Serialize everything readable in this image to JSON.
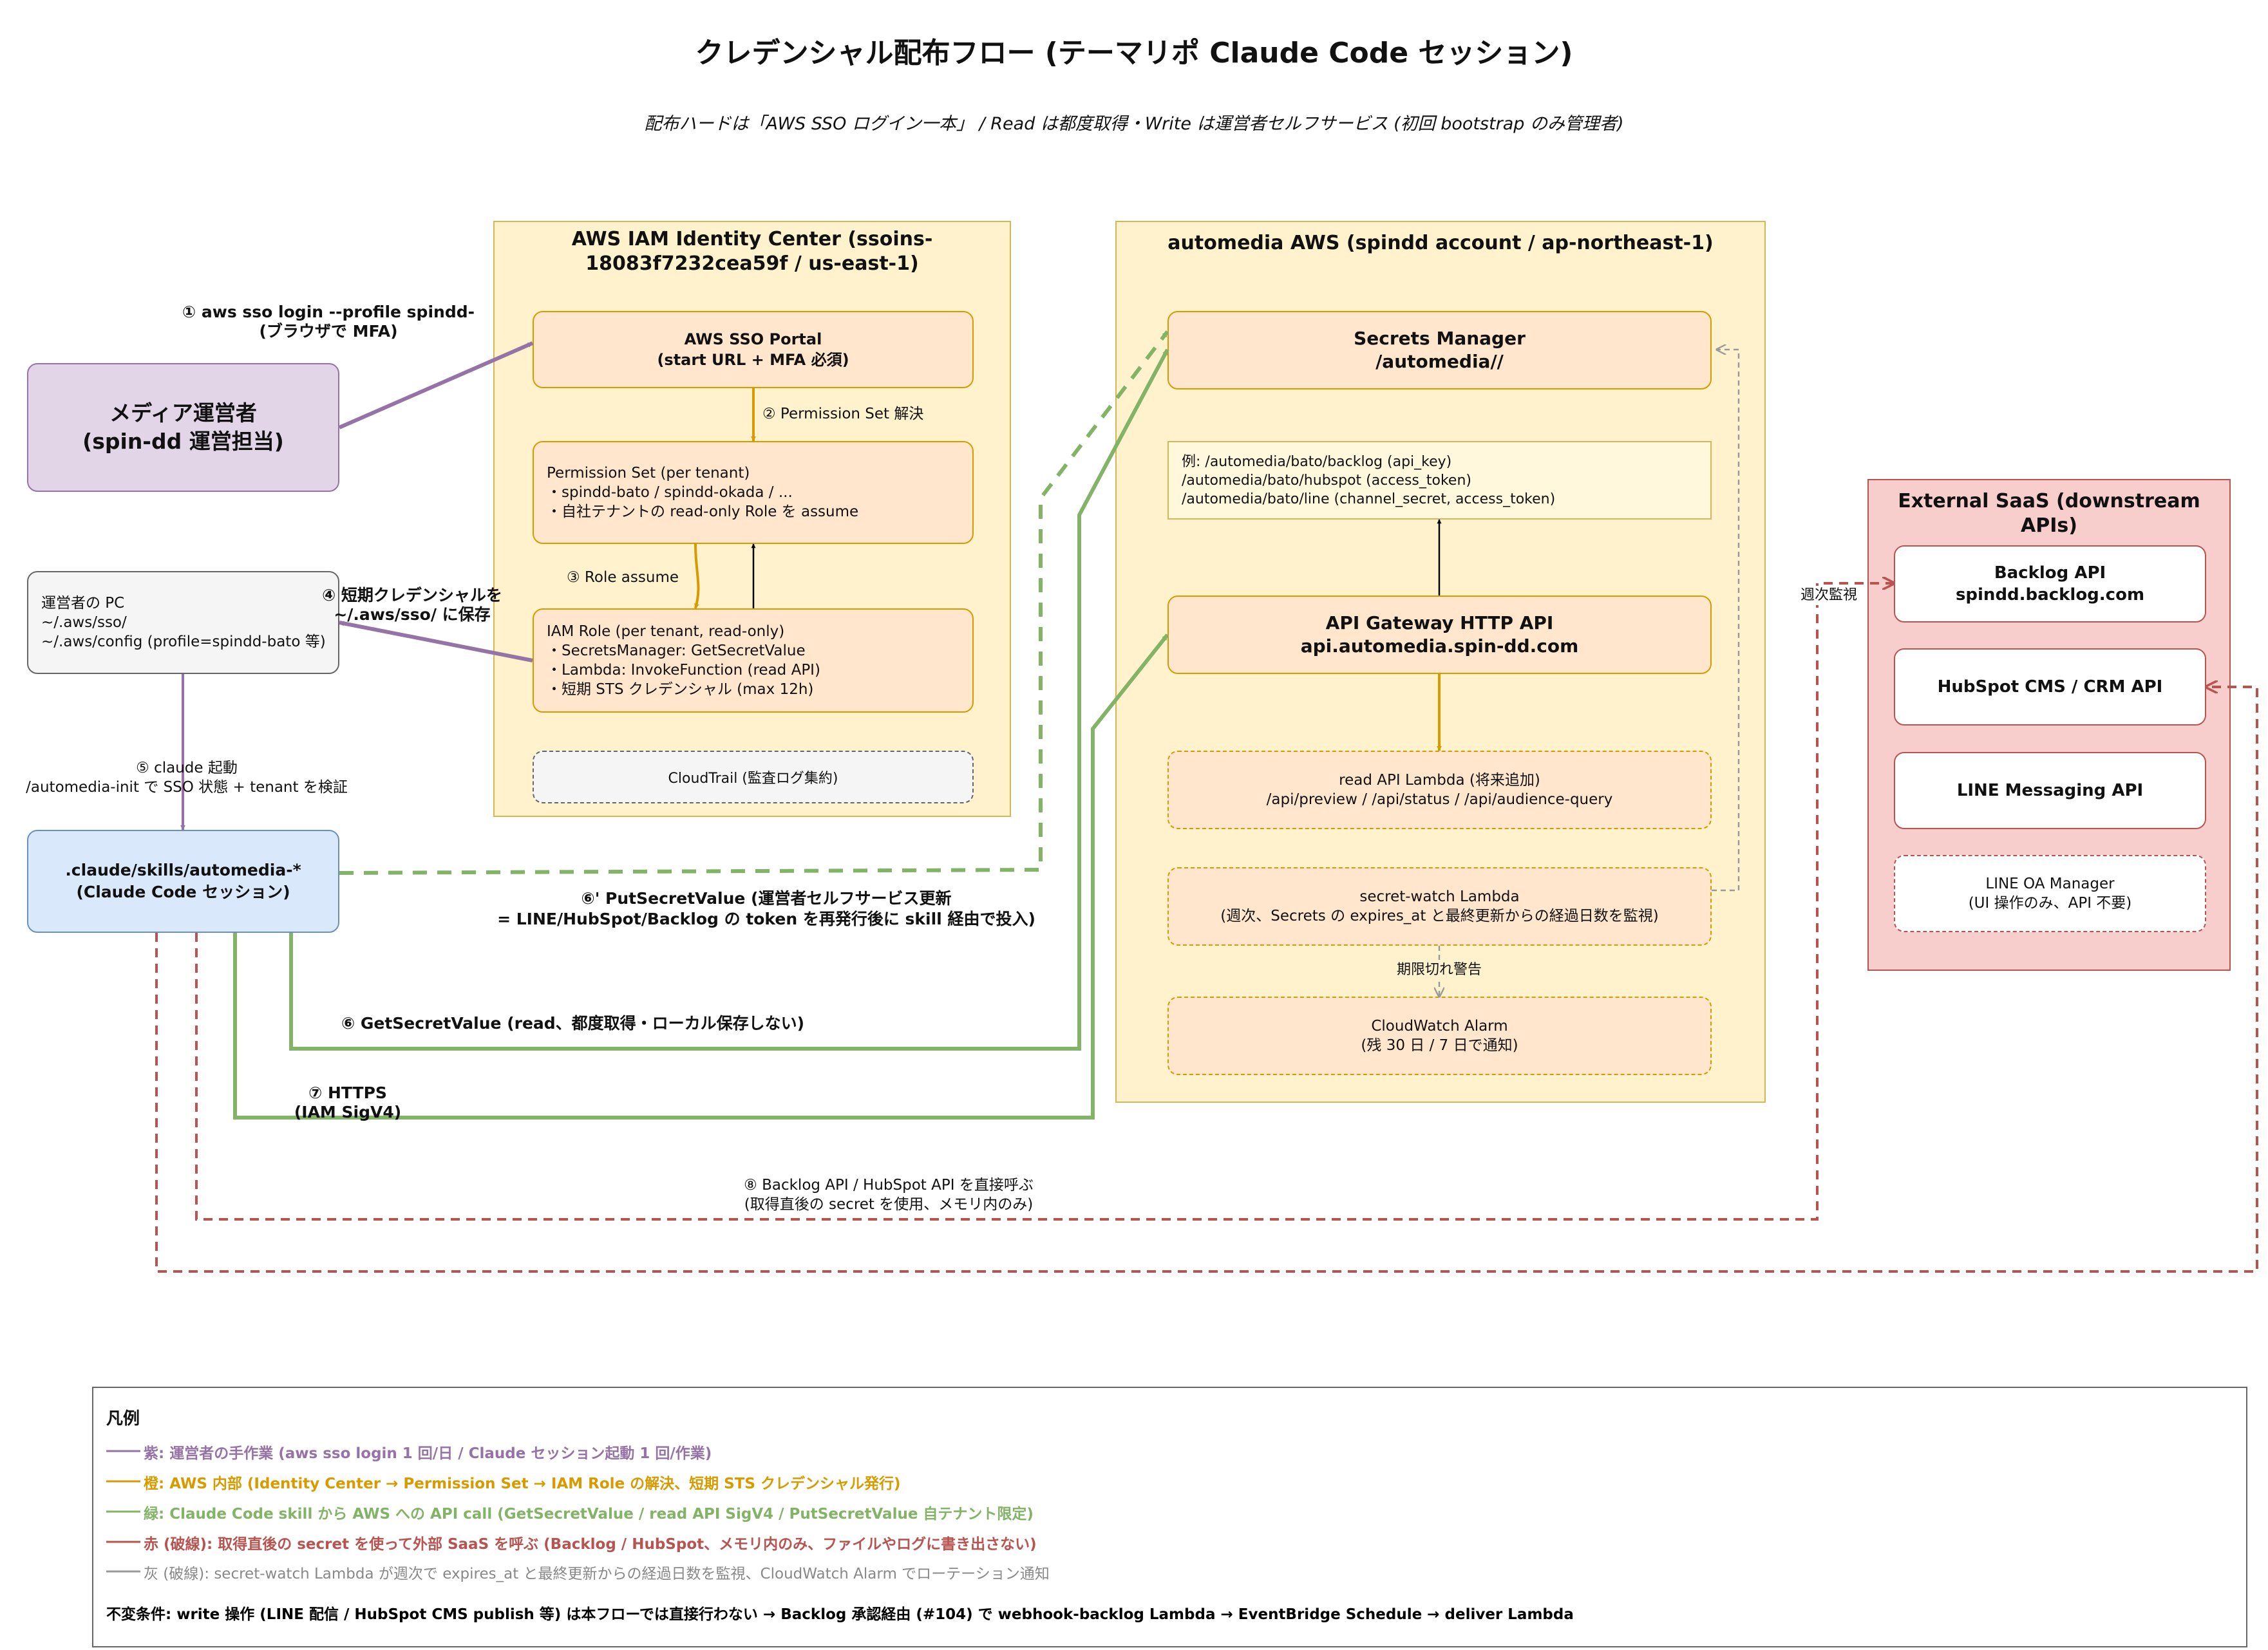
{
  "title": "クレデンシャル配布フロー (テーマリポ Claude Code セッション)",
  "subtitle": "配布ハードは「AWS SSO ログイン一本」 / Read は都度取得・Write は運営者セルフサービス (初回 bootstrap のみ管理者)",
  "groups": {
    "identity_center": "AWS IAM Identity Center (ssoins-18083f7232cea59f / us-east-1)",
    "automedia_aws": "automedia AWS (spindd account / ap-northeast-1)",
    "external_saas": "External SaaS (downstream APIs)"
  },
  "nodes": {
    "operator": "メディア運営者\n(spin-dd 運営担当)",
    "operator_pc": "運営者の PC\n~/.aws/sso/\n~/.aws/config (profile=spindd-bato 等)",
    "claude_skills": ".claude/skills/automedia-*\n(Claude Code セッション)",
    "sso_portal": "AWS SSO Portal\n(start URL + MFA 必須)",
    "permission_set": "Permission Set (per tenant)\n・spindd-bato / spindd-okada / ...\n・自社テナントの read-only Role を assume",
    "iam_role": "IAM Role (per tenant, read-only)\n・SecretsManager: GetSecretValue\n・Lambda: InvokeFunction (read API)\n・短期 STS クレデンシャル (max 12h)",
    "cloudtrail": "CloudTrail (監査ログ集約)",
    "secrets_manager": "Secrets Manager\n/automedia//",
    "secrets_example": "例: /automedia/bato/backlog (api_key)\n/automedia/bato/hubspot (access_token)\n/automedia/bato/line (channel_secret, access_token)",
    "api_gateway": "API Gateway HTTP API\napi.automedia.spin-dd.com",
    "read_lambda": "read API Lambda (将来追加)\n/api/preview / /api/status / /api/audience-query",
    "secret_watch": "secret-watch Lambda\n(週次、Secrets の expires_at と最終更新からの経過日数を監視)",
    "cloudwatch": "CloudWatch Alarm\n(残 30 日 / 7 日で通知)",
    "backlog_api": "Backlog API\nspindd.backlog.com",
    "hubspot_api": "HubSpot CMS / CRM API",
    "line_api": "LINE Messaging API",
    "line_oa": "LINE OA Manager\n(UI 操作のみ、API 不要)"
  },
  "edges": {
    "e1": "① aws sso login --profile spindd-\n(ブラウザで MFA)",
    "e2": "② Permission Set 解決",
    "e3": "③ Role assume",
    "e4": "④ 短期クレデンシャルを\n~/.aws/sso/ に保存",
    "e5": "⑤ claude 起動\n/automedia-init で SSO 状態 + tenant を検証",
    "e6p": "⑥' PutSecretValue (運営者セルフサービス更新\n= LINE/HubSpot/Backlog の token を再発行後に skill 経由で投入)",
    "e6": "⑥ GetSecretValue (read、都度取得・ローカル保存しない)",
    "e7": "⑦ HTTPS\n(IAM SigV4)",
    "e8": "⑧ Backlog API / HubSpot API を直接呼ぶ\n(取得直後の secret を使用、メモリ内のみ)",
    "weekly": "週次監視",
    "expiry": "期限切れ警告"
  },
  "legend": {
    "title": "凡例",
    "items": [
      "紫: 運営者の手作業 (aws sso login 1 回/日 / Claude セッション起動 1 回/作業)",
      "橙: AWS 内部 (Identity Center → Permission Set → IAM Role の解決、短期 STS クレデンシャル発行)",
      "緑: Claude Code skill から AWS への API call (GetSecretValue / read API SigV4 / PutSecretValue 自テナント限定)",
      "赤 (破線): 取得直後の secret を使って外部 SaaS を呼ぶ (Backlog / HubSpot、メモリ内のみ、ファイルやログに書き出さない)",
      "灰 (破線): secret-watch Lambda が週次で expires_at と最終更新からの経過日数を監視、CloudWatch Alarm でローテーション通知"
    ],
    "invariant": "不変条件: write 操作 (LINE 配信 / HubSpot CMS publish 等) は本フローでは直接行わない → Backlog 承認経由 (#104) で webhook-backlog Lambda → EventBridge Schedule → deliver Lambda"
  },
  "colors": {
    "purple": "#9673a6",
    "orange": "#d79b00",
    "green": "#82b366",
    "red": "#b85450",
    "gray": "#999999",
    "group_fill": "#fff2cc",
    "group_stroke": "#d6b656",
    "node_fill": "#ffe6cc",
    "ext_fill": "#f8cecc",
    "operator_fill": "#e1d5e7",
    "skills_fill": "#dae8fc",
    "skills_stroke": "#6c8ebf"
  }
}
